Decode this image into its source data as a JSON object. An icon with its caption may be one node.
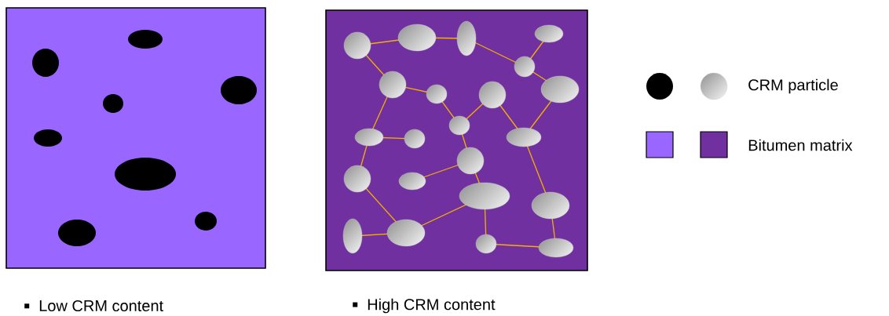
{
  "diagram": {
    "nodes": [
      {
        "text": [],
        "shape": "box",
        "beside": [
          "Low CRM content"
        ]
      },
      {
        "text": [],
        "shape": "box",
        "beside": [
          "High CRM content"
        ]
      }
    ],
    "edges": [],
    "legend": [
      {
        "text": "CRM particle"
      },
      {
        "text": "Bitumen matrix",
        "color": "#9966ff"
      }
    ]
  }
}
